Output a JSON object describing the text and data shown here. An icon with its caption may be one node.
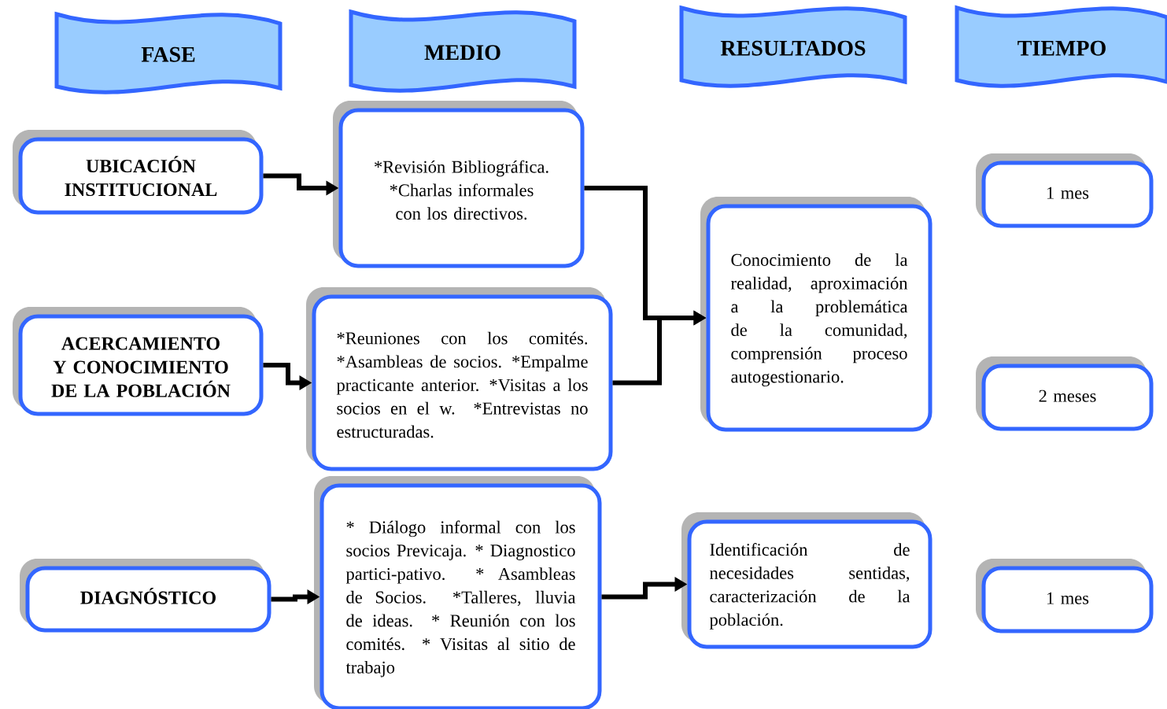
{
  "diagram": {
    "nodes": [
      {
        "text": [
          "FASE"
        ]
      },
      {
        "text": [
          "MEDIO"
        ]
      },
      {
        "text": [
          "RESULTADOS"
        ]
      },
      {
        "text": [
          "TIEMPO"
        ]
      },
      {
        "text": [
          "UBICACIÓN INSTITUCIONAL"
        ]
      },
      {
        "text": [
          "*Revisión Bibliográfica. *Charlas informales con los directivos."
        ]
      },
      {
        "text": [
          "1 mes"
        ]
      },
      {
        "text": [
          "ACERCAMIENTO Y CONOCIMIENTO DE LA POBLACIÓN"
        ]
      },
      {
        "text": [
          "*Reuniones con los comités. *Asambleas de socios. *Empalme practicante anterior. *Visitas a los socios en el w. *Entrevistas no estructuradas."
        ]
      },
      {
        "text": [
          "Conocimiento de la realidad, aproximación a la problemática de la comunidad, comprensión proceso autogestionario."
        ]
      },
      {
        "text": [
          "2 meses"
        ]
      },
      {
        "text": [
          "DIAGNÓSTICO"
        ]
      },
      {
        "text": [
          "* Diálogo informal con los socios Previcaja. * Diagnostico partici-pativo. * Asambleas de Socios. *Talleres, lluvia de ideas. * Reunión con los comités. * Visitas al sitio de trabajo"
        ]
      },
      {
        "text": [
          "Identificación de necesidades sentidas, caracterización de la población."
        ]
      },
      {
        "text": [
          "1 mes"
        ]
      }
    ],
    "edges": [
      {
        "from": 4,
        "to": 5,
        "arrow": "to"
      },
      {
        "from": 7,
        "to": 8,
        "arrow": "to"
      },
      {
        "from": 5,
        "to": 9,
        "arrow": "to"
      },
      {
        "from": 8,
        "to": 9,
        "arrow": "to"
      },
      {
        "from": 11,
        "to": 12,
        "arrow": "to"
      },
      {
        "from": 12,
        "to": 13,
        "arrow": "to"
      }
    ]
  }
}
